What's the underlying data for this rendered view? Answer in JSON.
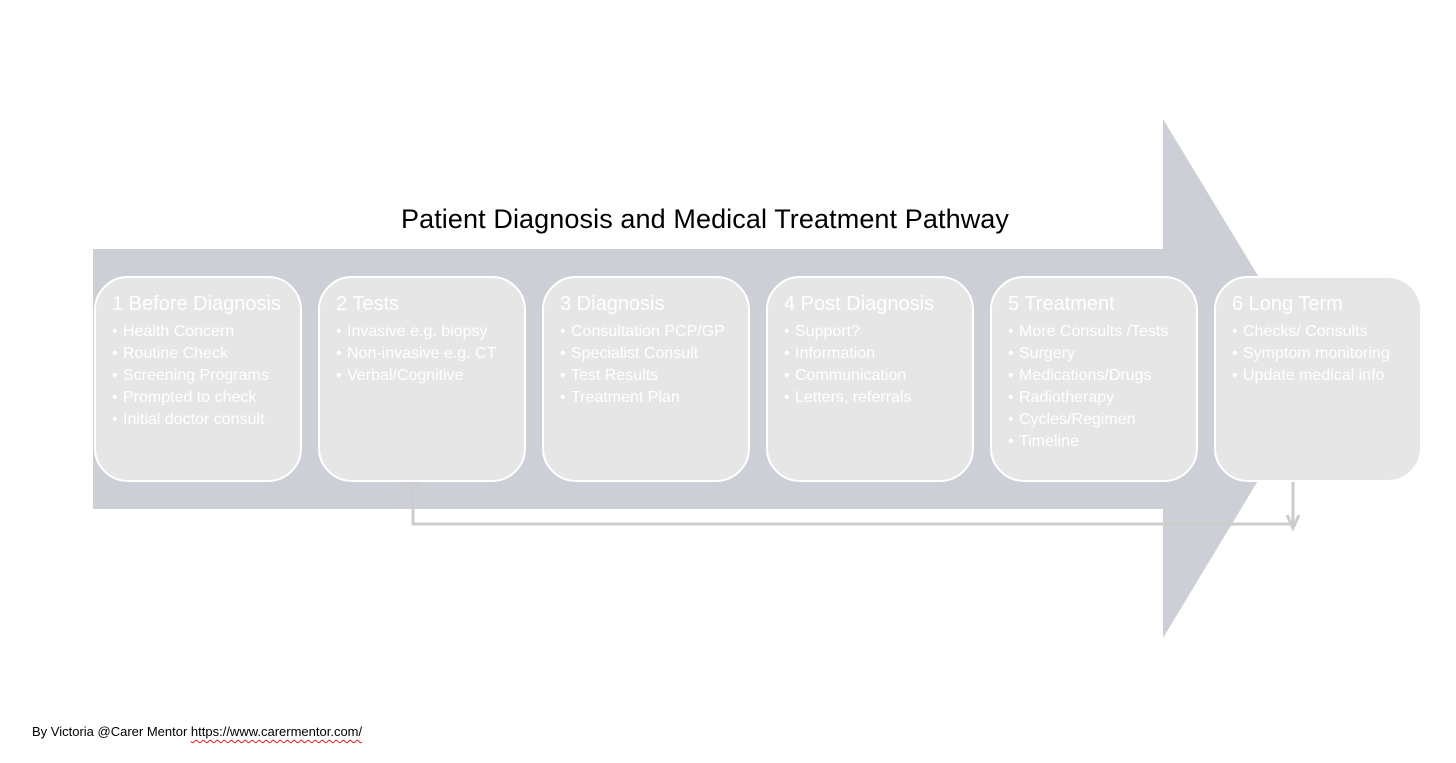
{
  "title": "Patient Diagnosis and Medical Treatment Pathway",
  "colors": {
    "arrow": "#ccd0d6",
    "stage_fill": "#e6e6e6",
    "stage_text": "#ffffff",
    "connector": "#cccccc"
  },
  "stages": [
    {
      "title": "1 Before Diagnosis",
      "items": [
        "Health Concern",
        "Routine Check",
        "Screening Programs",
        "Prompted to check",
        "Initial doctor consult"
      ]
    },
    {
      "title": "2 Tests",
      "items": [
        "Invasive e.g. biopsy",
        "Non-invasive e.g. CT",
        "Verbal/Cognitive"
      ]
    },
    {
      "title": "3 Diagnosis",
      "items": [
        "Consultation PCP/GP",
        "Specialist Consult",
        "Test Results",
        "Treatment Plan"
      ]
    },
    {
      "title": "4 Post Diagnosis",
      "items": [
        "Support?",
        "Information",
        "Communication",
        "Letters, referrals"
      ]
    },
    {
      "title": "5 Treatment",
      "items": [
        "More Consults /Tests",
        "Surgery",
        "Medications/Drugs",
        "Radiotherapy",
        "Cycles/Regimen",
        "Timeline"
      ]
    },
    {
      "title": "6 Long Term",
      "items": [
        "Checks/ Consults",
        "Symptom monitoring",
        "Update medical info"
      ]
    }
  ],
  "credit": {
    "prefix": "By Victoria @Carer Mentor ",
    "url": "https://www.carermentor.com/"
  }
}
